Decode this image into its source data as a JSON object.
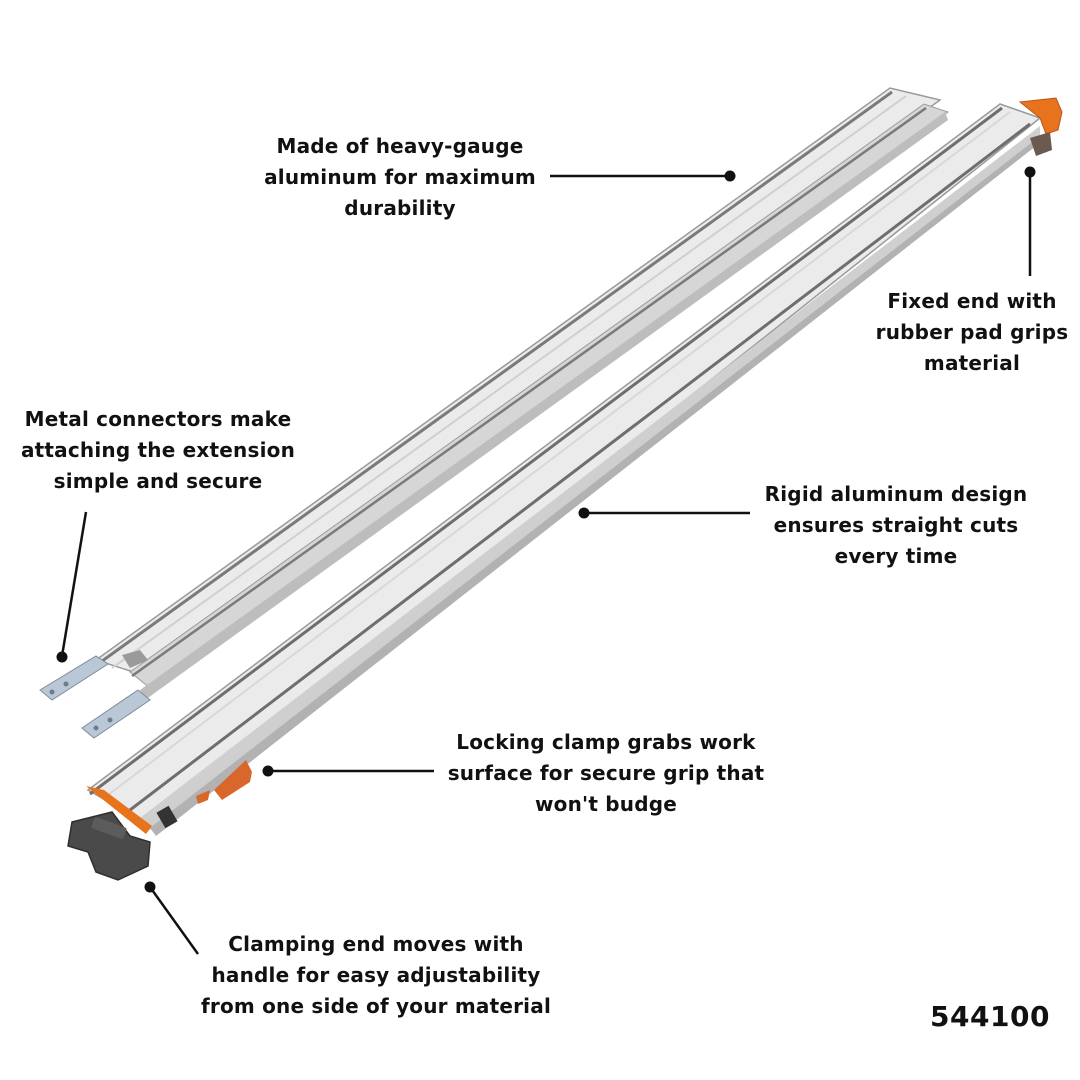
{
  "product": {
    "model_number": "544100",
    "description": "Aluminum clamp-edge straight edge guide with extension piece",
    "colors": {
      "aluminum_light": "#eeeeee",
      "aluminum_mid": "#c8c8c8",
      "aluminum_dark": "#8e8e8e",
      "accent_orange": "#e8731d",
      "handle_gray": "#4a4a4a",
      "text": "#111111",
      "background": "#ffffff"
    }
  },
  "callouts": [
    {
      "id": "heavy-gauge",
      "text": "Made of heavy-gauge\naluminum for maximum\ndurability",
      "leader_end_icon": "dot"
    },
    {
      "id": "fixed-end",
      "text": "Fixed end with\nrubber pad grips\nmaterial",
      "leader_end_icon": "dot"
    },
    {
      "id": "metal-connectors",
      "text": "Metal connectors make\nattaching the extension\nsimple and secure",
      "leader_end_icon": "dot"
    },
    {
      "id": "rigid-design",
      "text": "Rigid aluminum design\nensures straight cuts\nevery time",
      "leader_end_icon": "dot"
    },
    {
      "id": "locking-clamp",
      "text": "Locking clamp grabs work\nsurface for secure grip that\nwon't budge",
      "leader_end_icon": "dot"
    },
    {
      "id": "clamping-end",
      "text": "Clamping end moves with\nhandle for easy adjustability\nfrom one side of your material",
      "leader_end_icon": "dot"
    }
  ]
}
